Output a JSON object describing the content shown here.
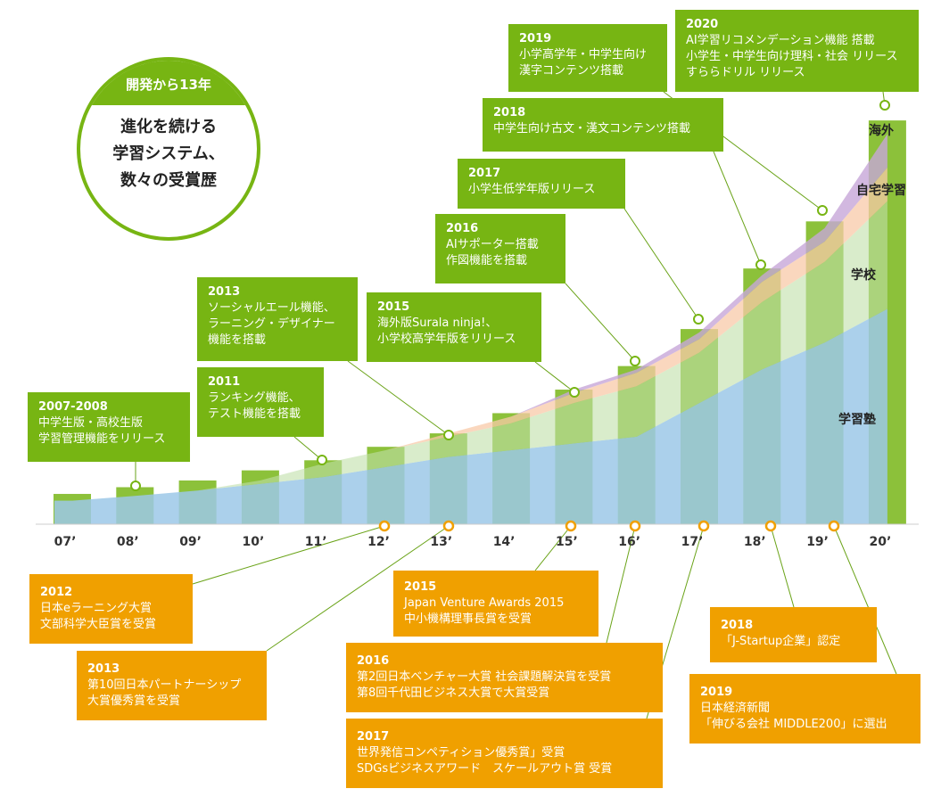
{
  "badge": {
    "header": "開発から13年",
    "lines": [
      "進化を続ける",
      "学習システム、",
      "数々の受賞歴"
    ]
  },
  "colors": {
    "bar": "#8cc13a",
    "juku": "#9cc8e8",
    "school": "#bfe0a8",
    "home": "#f8c9a8",
    "overseas": "#c7a6d8",
    "green_callout": "#77b513",
    "orange_callout": "#f0a000",
    "dot_green": "#77b513",
    "dot_orange": "#f0a000"
  },
  "chart_data": {
    "type": "bar",
    "categories": [
      "07’",
      "08’",
      "09’",
      "10’",
      "11’",
      "12’",
      "13’",
      "14’",
      "15’",
      "16’",
      "17’",
      "18’",
      "19’",
      "20’"
    ],
    "values": [
      4.5,
      5.5,
      6.5,
      8,
      9.5,
      11.5,
      13.5,
      16.5,
      20,
      23.5,
      29,
      38,
      45,
      60
    ],
    "ylim": [
      0,
      62
    ],
    "series": [
      {
        "name": "学習塾",
        "values": [
          3.5,
          4.2,
          5,
          6,
          7,
          8.5,
          10,
          11,
          12,
          13,
          18,
          23,
          27,
          32
        ]
      },
      {
        "name": "学校",
        "values": [
          0,
          0,
          0,
          0.5,
          2,
          2.5,
          3,
          4,
          6,
          7.5,
          7.5,
          10,
          12,
          16
        ]
      },
      {
        "name": "自宅学習",
        "values": [
          0,
          0,
          0,
          0,
          0,
          0,
          0.5,
          1,
          1.5,
          2,
          2,
          3,
          3,
          5
        ]
      },
      {
        "name": "海外",
        "values": [
          0,
          0,
          0,
          0,
          0,
          0,
          0,
          0,
          0.5,
          0.5,
          1,
          1,
          2,
          5
        ]
      }
    ],
    "grid": false
  },
  "segment_labels": [
    "海外",
    "自宅学習",
    "学校",
    "学習塾"
  ],
  "green_callouts": [
    {
      "year": "2007-2008",
      "lines": [
        "中学生版・高校生版",
        "学習管理機能をリリース"
      ]
    },
    {
      "year": "2011",
      "lines": [
        "ランキング機能、",
        "テスト機能を搭載"
      ]
    },
    {
      "year": "2013",
      "lines": [
        "ソーシャルエール機能、",
        "ラーニング・デザイナー",
        "機能を搭載"
      ]
    },
    {
      "year": "2015",
      "lines": [
        "海外版Surala ninja!、",
        "小学校高学年版をリリース"
      ]
    },
    {
      "year": "2016",
      "lines": [
        "AIサポーター搭載",
        "作図機能を搭載"
      ]
    },
    {
      "year": "2017",
      "lines": [
        "小学生低学年版リリース"
      ]
    },
    {
      "year": "2018",
      "lines": [
        "中学生向け古文・漢文コンテンツ搭載"
      ]
    },
    {
      "year": "2019",
      "lines": [
        "小学高学年・中学生向け",
        "漢字コンテンツ搭載"
      ]
    },
    {
      "year": "2020",
      "lines": [
        "AI学習リコメンデーション機能 搭載",
        "小学生・中学生向け理科・社会 リリース",
        "すららドリル リリース"
      ]
    }
  ],
  "orange_callouts": [
    {
      "year": "2012",
      "lines": [
        "日本eラーニング大賞",
        "文部科学大臣賞を受賞"
      ]
    },
    {
      "year": "2013",
      "lines": [
        "第10回日本パートナーシップ",
        "大賞優秀賞を受賞"
      ]
    },
    {
      "year": "2015",
      "lines": [
        "Japan Venture Awards 2015",
        "中小機構理事長賞を受賞"
      ]
    },
    {
      "year": "2016",
      "lines": [
        "第2回日本ベンチャー大賞 社会課題解決賞を受賞",
        "第8回千代田ビジネス大賞で大賞受賞"
      ]
    },
    {
      "year": "2017",
      "lines": [
        "世界発信コンペティション優秀賞」受賞",
        "SDGsビジネスアワード　スケールアウト賞 受賞"
      ]
    },
    {
      "year": "2018",
      "lines": [
        "「J-Startup企業」認定"
      ]
    },
    {
      "year": "2019",
      "lines": [
        "日本経済新聞",
        "「伸びる会社 MIDDLE200」に選出"
      ]
    }
  ]
}
